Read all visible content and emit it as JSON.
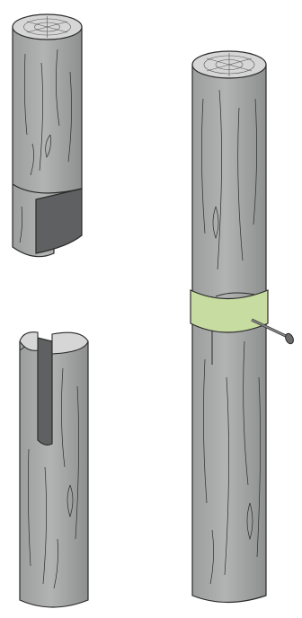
{
  "colors": {
    "wood": "#a9aaa9",
    "wood_shadow": "#8f9090",
    "wood_end": "#d6d6d6",
    "cut_face": "#5f6061",
    "slot_face": "#7a7b7b",
    "line": "#2b2b2b",
    "band": "#c7dca0",
    "nail": "#6b6b6b",
    "background": "#ffffff"
  },
  "figure": {
    "description_items": [
      {
        "name": "upper-left-log-with-tenon"
      },
      {
        "name": "lower-left-log-with-slot"
      },
      {
        "name": "joined-log-with-band-and-nail"
      }
    ]
  }
}
